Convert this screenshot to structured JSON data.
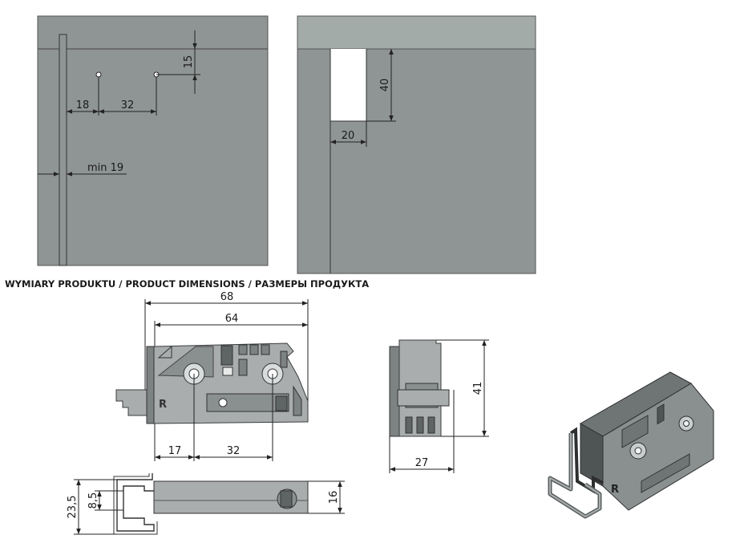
{
  "section_title": "WYMIARY PRODUKTU / PRODUCT DIMENSIONS / РАЗМЕРЫ ПРОДУКТА",
  "colors": {
    "panel": "#8f9594",
    "panel_top": "#a3aba9",
    "part": "#a9adad",
    "outline": "#3a3d3d"
  },
  "left_panel": {
    "dim_18": "18",
    "dim_32": "32",
    "dim_15": "15",
    "dim_min19": "min 19"
  },
  "right_panel": {
    "dim_40": "40",
    "dim_20": "20"
  },
  "front_view": {
    "dim_68": "68",
    "dim_64": "64",
    "dim_17": "17",
    "dim_32": "32",
    "mark_r": "R"
  },
  "side_view": {
    "dim_41": "41",
    "dim_27": "27"
  },
  "bottom_view": {
    "dim_23_5": "23,5",
    "dim_8_5": "8,5",
    "dim_16": "16"
  },
  "iso_view": {
    "mark_r": "R"
  }
}
